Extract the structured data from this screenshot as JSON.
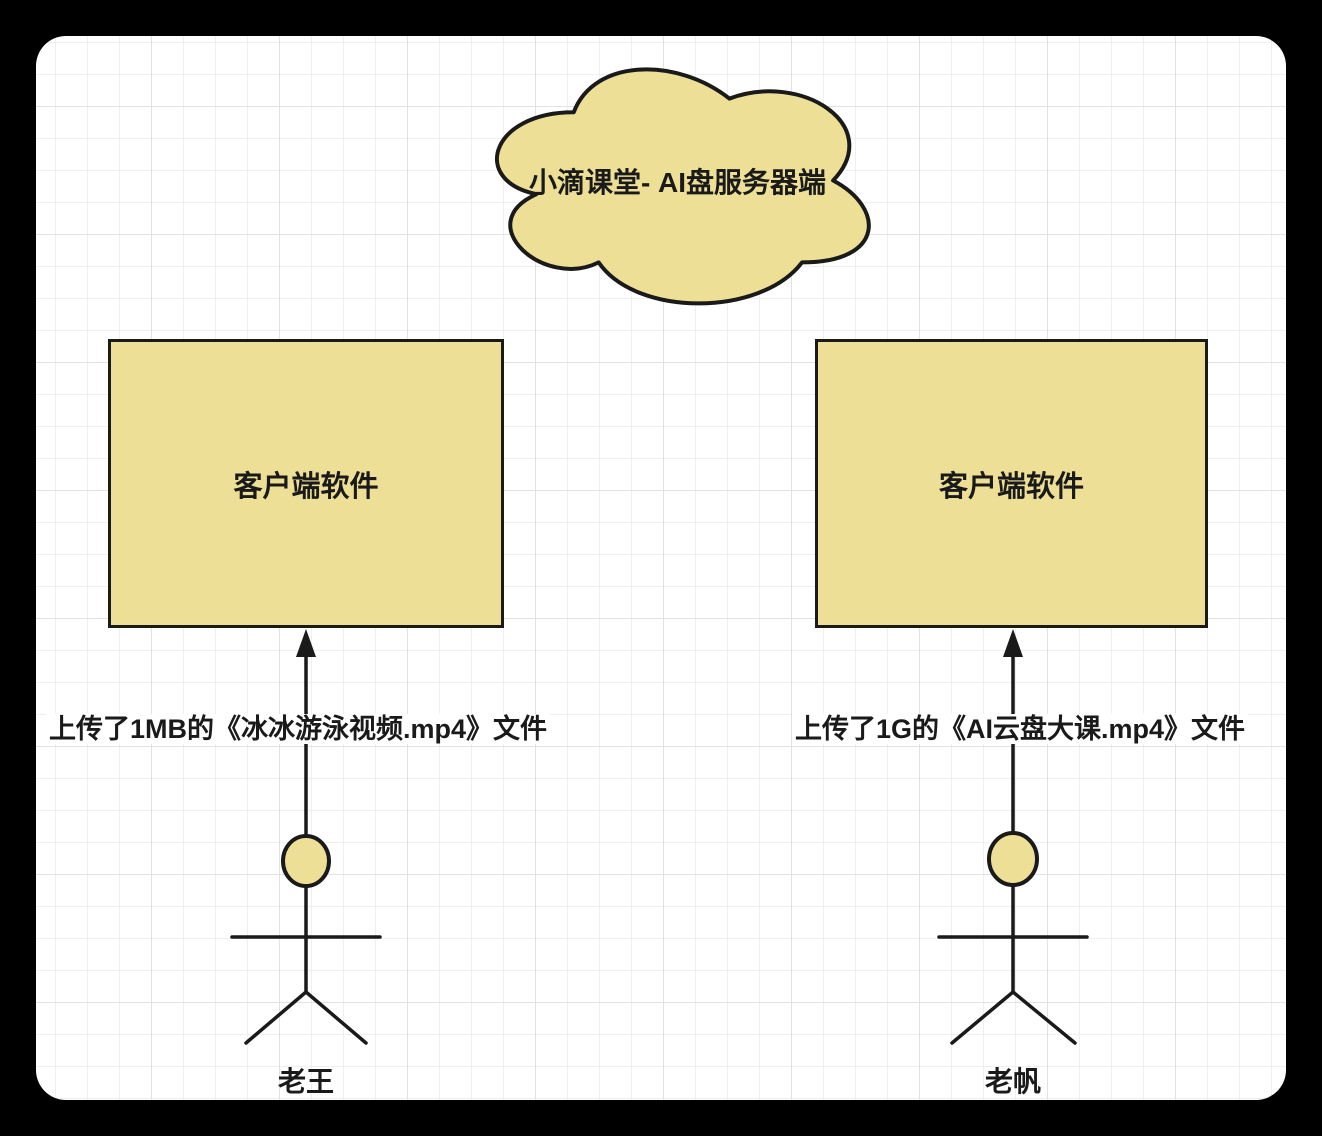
{
  "cloud": {
    "label": "小滴课堂- AI盘服务器端"
  },
  "left_client": {
    "box_label": "客户端软件",
    "upload_label": "上传了1MB的《冰冰游泳视频.mp4》文件",
    "actor_name": "老王"
  },
  "right_client": {
    "box_label": "客户端软件",
    "upload_label": "上传了1G的《AI云盘大课.mp4》文件",
    "actor_name": "老帆"
  },
  "colors": {
    "shape_fill": "#EDE096",
    "shape_stroke": "#1A1A1A",
    "canvas_bg": "#FFFFFF",
    "page_bg": "#000000",
    "grid_minor": "#EFEFEF",
    "grid_major": "#E2E2E2",
    "text_color": "#1A1A1A"
  }
}
